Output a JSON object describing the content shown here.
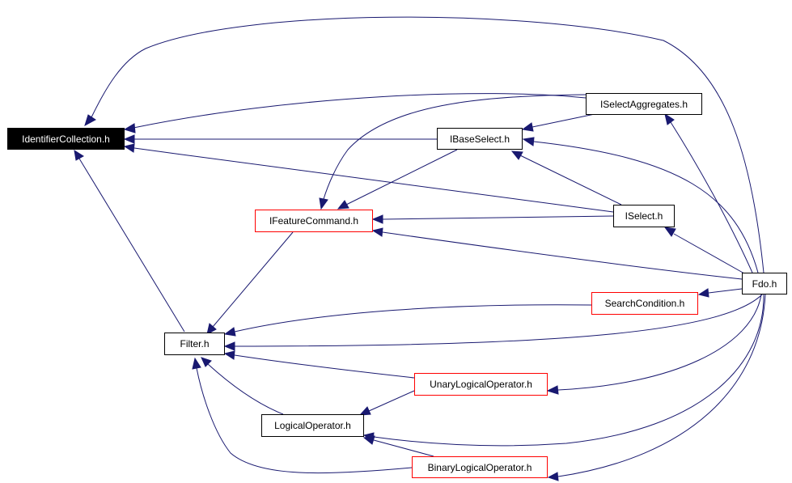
{
  "colors": {
    "edge": "#191970",
    "root_fill": "#000000",
    "root_text": "#ffffff",
    "node_border": "#000000",
    "incomplete_border": "#ff0000"
  },
  "nodes": {
    "identifier_collection": {
      "label": "IdentifierCollection.h",
      "style": "root"
    },
    "iselect_aggregates": {
      "label": "ISelectAggregates.h",
      "style": "black"
    },
    "ibase_select": {
      "label": "IBaseSelect.h",
      "style": "black"
    },
    "ifeature_command": {
      "label": "IFeatureCommand.h",
      "style": "red"
    },
    "iselect": {
      "label": "ISelect.h",
      "style": "black"
    },
    "fdo": {
      "label": "Fdo.h",
      "style": "black"
    },
    "search_condition": {
      "label": "SearchCondition.h",
      "style": "red"
    },
    "filter": {
      "label": "Filter.h",
      "style": "black"
    },
    "unary_logical_operator": {
      "label": "UnaryLogicalOperator.h",
      "style": "red"
    },
    "logical_operator": {
      "label": "LogicalOperator.h",
      "style": "black"
    },
    "binary_logical_operator": {
      "label": "BinaryLogicalOperator.h",
      "style": "red"
    }
  },
  "edges": [
    [
      "iselect_aggregates",
      "identifier_collection"
    ],
    [
      "ibase_select",
      "identifier_collection"
    ],
    [
      "iselect",
      "identifier_collection"
    ],
    [
      "filter",
      "identifier_collection"
    ],
    [
      "fdo",
      "identifier_collection"
    ],
    [
      "iselect_aggregates",
      "ibase_select"
    ],
    [
      "ibase_select",
      "ifeature_command"
    ],
    [
      "iselect_aggregates",
      "ifeature_command"
    ],
    [
      "iselect",
      "ibase_select"
    ],
    [
      "fdo",
      "iselect_aggregates"
    ],
    [
      "fdo",
      "ibase_select"
    ],
    [
      "iselect",
      "ifeature_command"
    ],
    [
      "fdo",
      "ifeature_command"
    ],
    [
      "fdo",
      "iselect"
    ],
    [
      "fdo",
      "search_condition"
    ],
    [
      "ifeature_command",
      "filter"
    ],
    [
      "search_condition",
      "filter"
    ],
    [
      "fdo",
      "filter"
    ],
    [
      "unary_logical_operator",
      "filter"
    ],
    [
      "logical_operator",
      "filter"
    ],
    [
      "binary_logical_operator",
      "filter"
    ],
    [
      "unary_logical_operator",
      "logical_operator"
    ],
    [
      "binary_logical_operator",
      "logical_operator"
    ],
    [
      "fdo",
      "unary_logical_operator"
    ],
    [
      "fdo",
      "logical_operator"
    ],
    [
      "fdo",
      "binary_logical_operator"
    ]
  ]
}
